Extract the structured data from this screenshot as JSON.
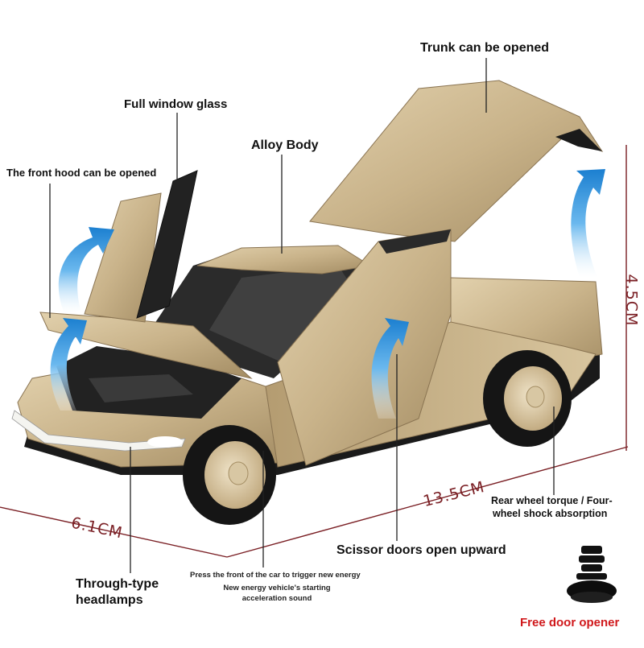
{
  "labels": {
    "trunk": "Trunk can be opened",
    "window_glass": "Full window glass",
    "alloy_body": "Alloy Body",
    "front_hood": "The front hood can be opened",
    "rear_wheel_line1": "Rear wheel torque / Four-",
    "rear_wheel_line2": "wheel shock absorption",
    "scissor_doors": "Scissor doors open upward",
    "headlamps_line1": "Through-type",
    "headlamps_line2": "headlamps",
    "press_front": "Press the front of the car to trigger new energy",
    "new_energy_line1": "New energy vehicle's starting",
    "new_energy_line2": "acceleration sound",
    "free_opener": "Free door opener"
  },
  "dimensions": {
    "height": "4.5CM",
    "length": "13.5CM",
    "width": "6.1CM"
  },
  "colors": {
    "car_body": "#c9b38a",
    "arrow_blue": "#2a8fd8",
    "dimension_line": "#7a1f24",
    "accent_red": "#d0181b"
  }
}
